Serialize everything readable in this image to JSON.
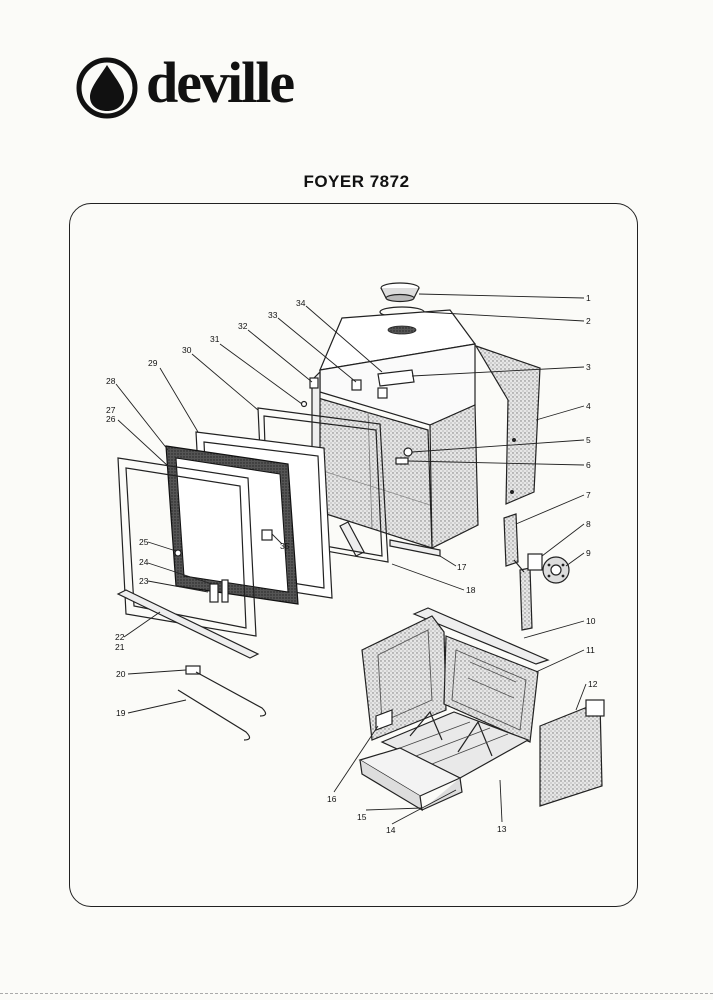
{
  "brand": {
    "name": "deville"
  },
  "document": {
    "title": "FOYER 7872"
  },
  "diagram": {
    "callouts": [
      "1",
      "2",
      "3",
      "4",
      "5",
      "6",
      "7",
      "8",
      "9",
      "10",
      "11",
      "12",
      "13",
      "14",
      "15",
      "16",
      "17",
      "18",
      "19",
      "20",
      "21",
      "22",
      "23",
      "24",
      "25",
      "26",
      "27",
      "28",
      "29",
      "30",
      "31",
      "32",
      "33",
      "34",
      "35"
    ]
  },
  "colors": {
    "ink": "#222222",
    "hatch": "#bdbdbd",
    "paper": "#fbfbf8"
  }
}
